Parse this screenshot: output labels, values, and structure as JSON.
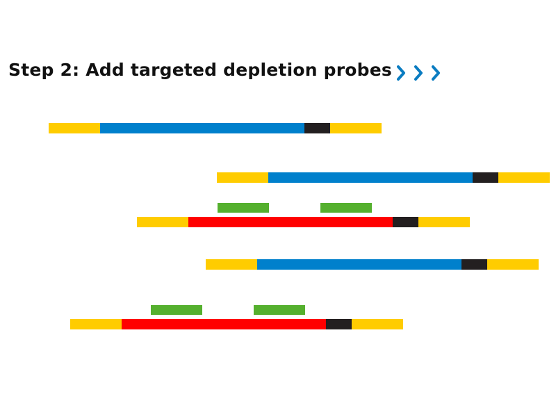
{
  "title": "Step 2: Add targeted depletion probes",
  "icons": {
    "progress": "triple-chevron-right-icon"
  },
  "colors": {
    "adapter": "#FFCC00",
    "target_insert": "#0080CC",
    "depleted_insert": "#FF0000",
    "index": "#231F20",
    "probe": "#55B02E",
    "chevron": "#0A7CC1",
    "title_text": "#111111"
  },
  "fragments": [
    {
      "type": "target",
      "probes": 0
    },
    {
      "type": "target",
      "probes": 0
    },
    {
      "type": "depleted",
      "probes": 2
    },
    {
      "type": "target",
      "probes": 0
    },
    {
      "type": "depleted",
      "probes": 2
    }
  ]
}
